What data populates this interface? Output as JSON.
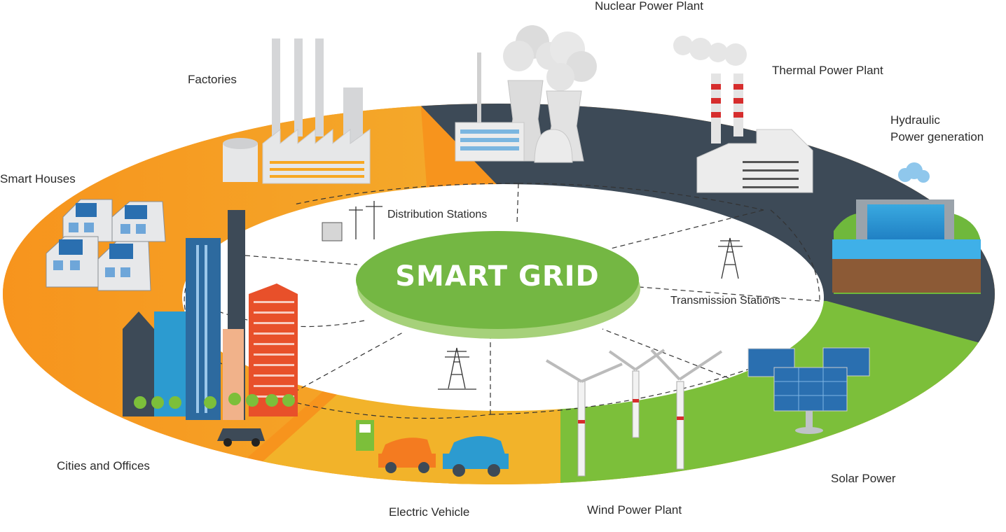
{
  "center": {
    "title": "SMART GRID"
  },
  "labels": {
    "nuclear": "Nuclear Power Plant",
    "thermal": "Thermal Power Plant",
    "hydraulic_line1": "Hydraulic",
    "hydraulic_line2": "Power generation",
    "factories": "Factories",
    "smart_houses": "Smart Houses",
    "cities": "Cities and Offices",
    "electric_vehicle": "Electric Vehicle",
    "wind": "Wind Power Plant",
    "solar": "Solar Power",
    "distribution": "Distribution Stations",
    "transmission": "Transmission Stations"
  },
  "colors": {
    "orange": "#f7941d",
    "yellow": "#f2b32a",
    "dark_slate": "#3d4a57",
    "green": "#7cbf3a",
    "center_green": "#74b743",
    "center_rim": "#a6d17a",
    "building_blue": "#2d6a9f",
    "building_red": "#e8502a"
  },
  "icons": [
    "factory-icon",
    "nuclear-plant-icon",
    "thermal-plant-icon",
    "hydro-dam-icon",
    "solar-panel-icon",
    "wind-turbine-icon",
    "electric-car-icon",
    "charging-station-icon",
    "city-buildings-icon",
    "house-icon",
    "transmission-tower-icon",
    "distribution-substation-icon"
  ]
}
